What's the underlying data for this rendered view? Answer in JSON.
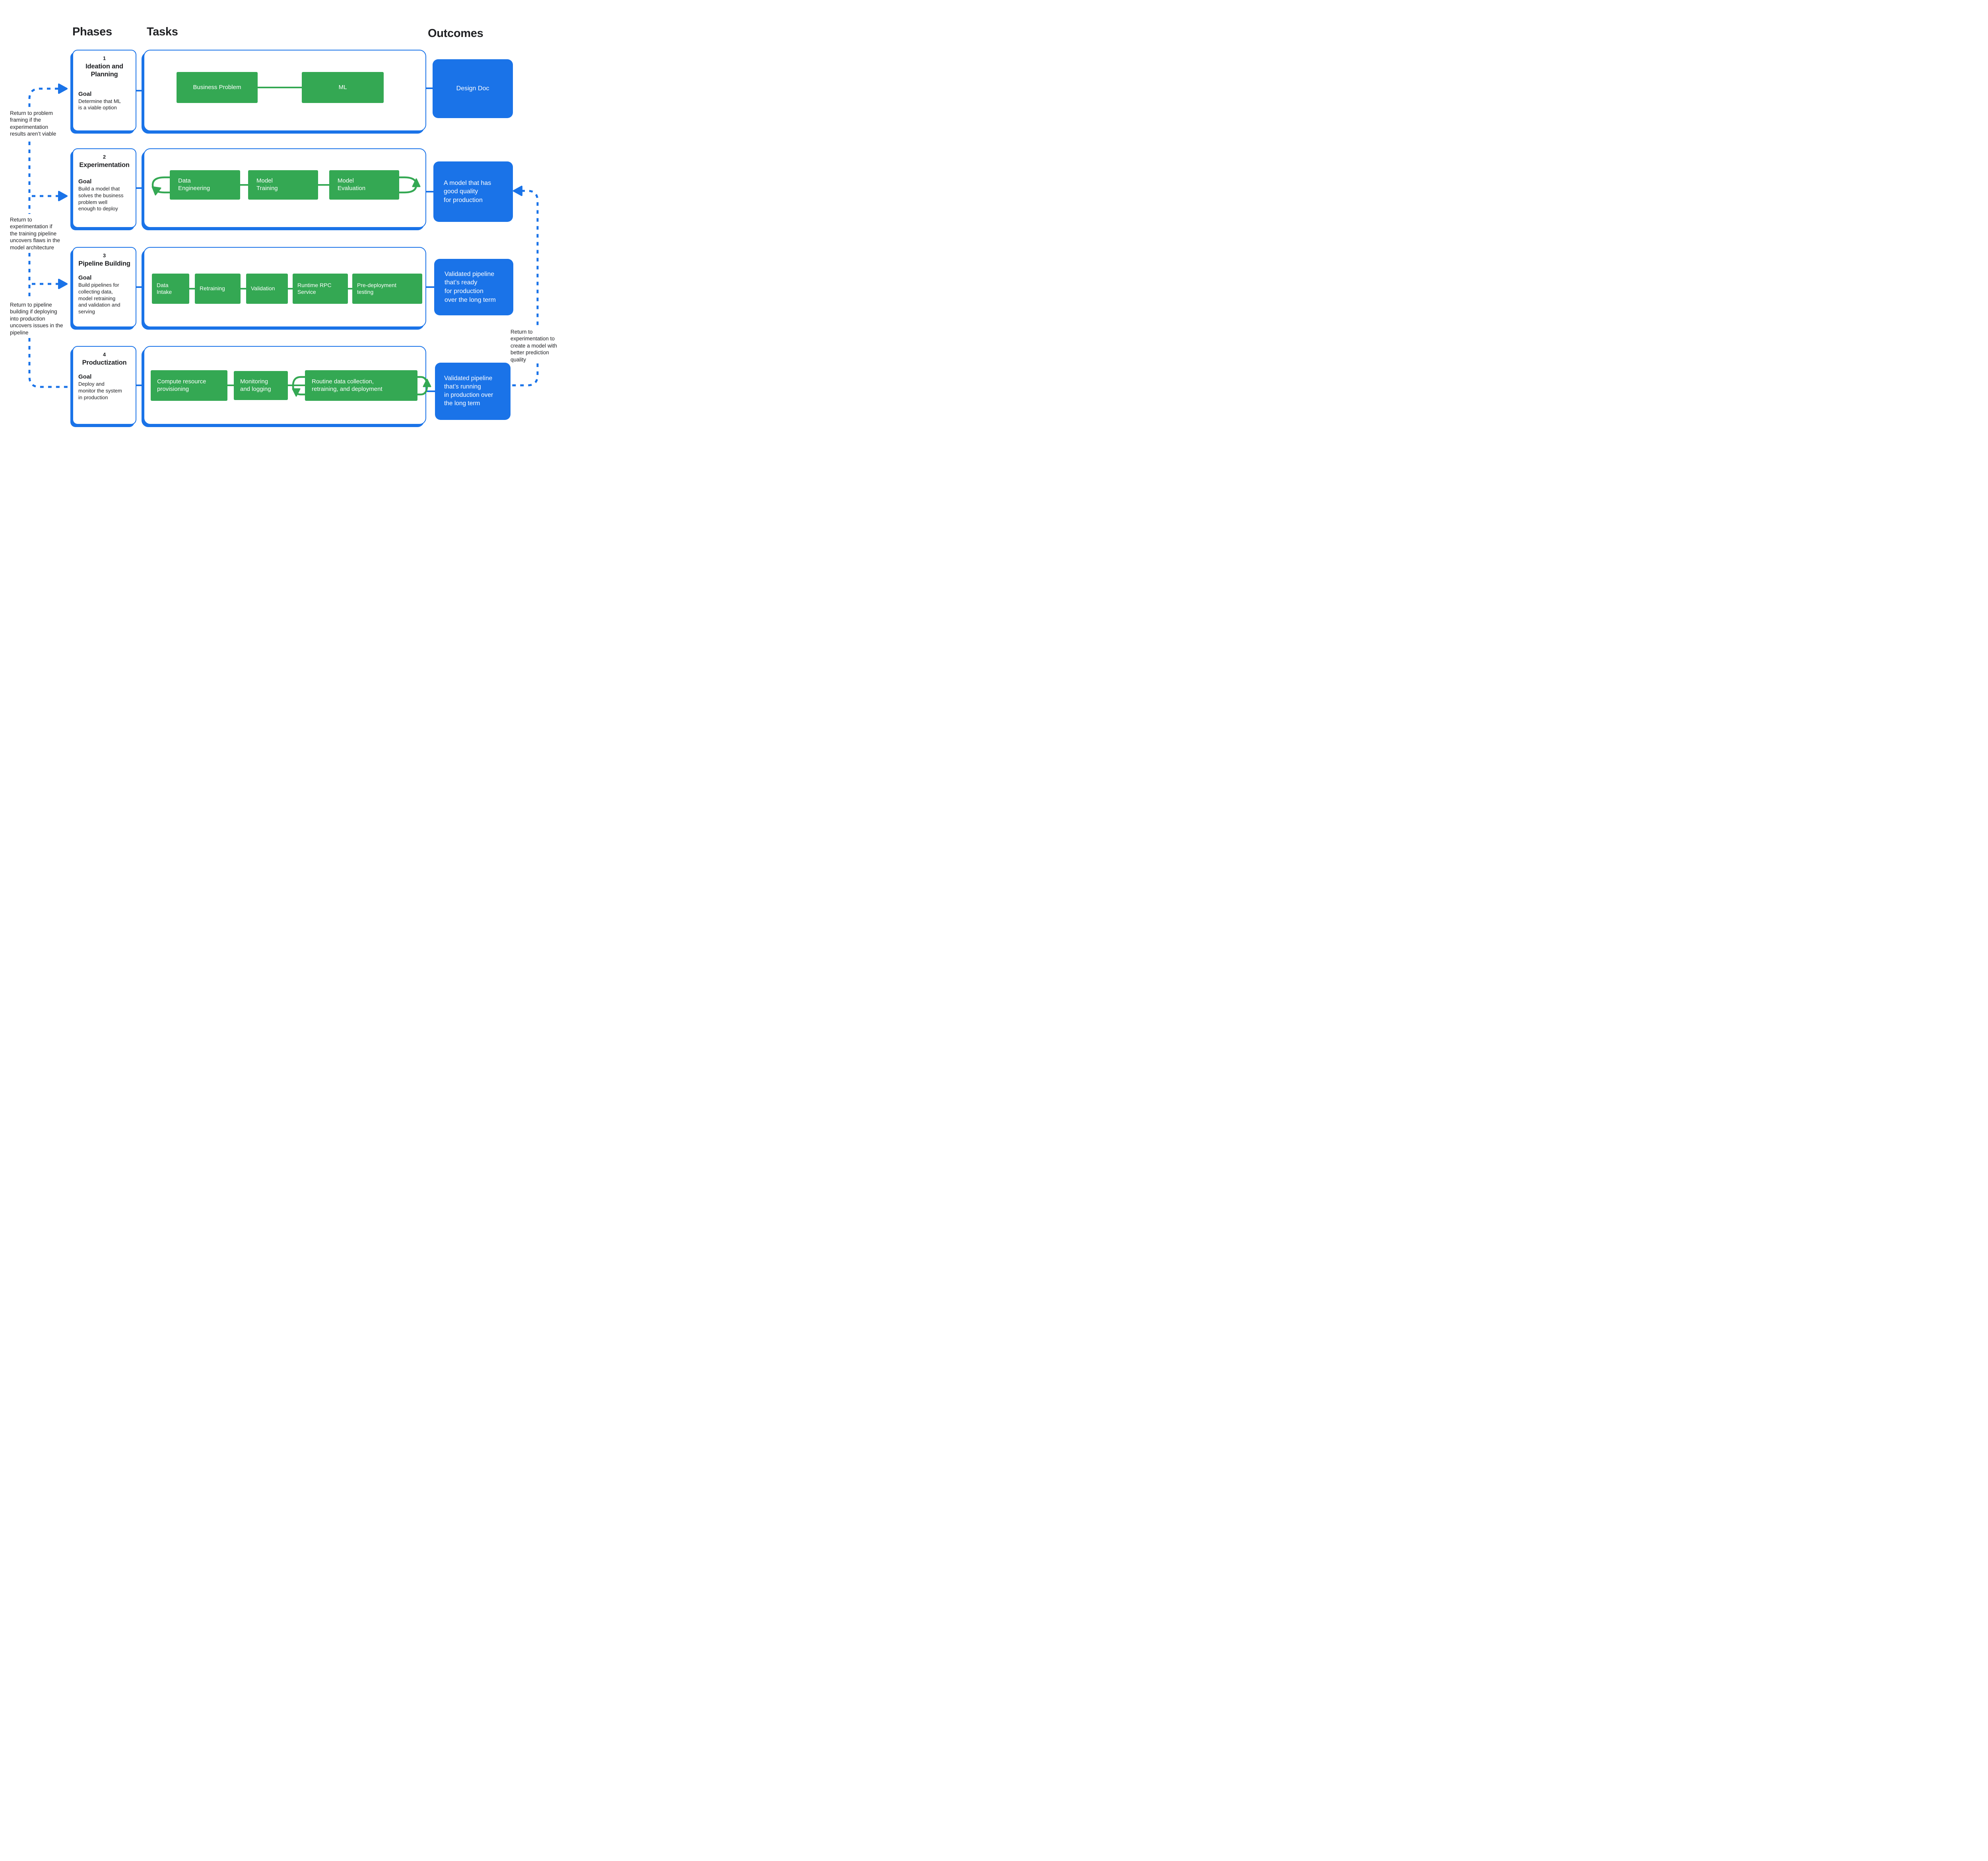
{
  "headers": {
    "phases": "Phases",
    "tasks": "Tasks",
    "outcomes": "Outcomes"
  },
  "colors": {
    "blue": "#1a73e8",
    "green": "#34a853",
    "text": "#202124",
    "box_text": "#ffffff",
    "background": "#ffffff"
  },
  "phases": [
    {
      "number": "1",
      "title": "Ideation and\nPlanning",
      "goal_label": "Goal",
      "goal": "Determine that ML\nis a viable option"
    },
    {
      "number": "2",
      "title": "Experimentation",
      "goal_label": "Goal",
      "goal": "Build a model that\nsolves the business\nproblem well\nenough to deploy"
    },
    {
      "number": "3",
      "title": "Pipeline Building",
      "goal_label": "Goal",
      "goal": "Build pipelines for\ncollecting data,\nmodel retraining\nand validation and\nserving"
    },
    {
      "number": "4",
      "title": "Productization",
      "goal_label": "Goal",
      "goal": "Deploy and\nmonitor the system\nin production"
    }
  ],
  "tasks": {
    "row1": [
      "Business Problem",
      "ML"
    ],
    "row2": [
      "Data\nEngineering",
      "Model\nTraining",
      "Model\nEvaluation"
    ],
    "row3": [
      "Data\nIntake",
      "Retraining",
      "Validation",
      "Runtime RPC\nService",
      "Pre-deployment\ntesting"
    ],
    "row4": [
      "Compute resource\nprovisioning",
      "Monitoring\nand logging",
      "Routine data collection,\nretraining, and deployment"
    ]
  },
  "outcomes": [
    "Design Doc",
    "A model that has\ngood quality\nfor production",
    "Validated pipeline\nthat’s ready\nfor production\nover the long term",
    "Validated pipeline\nthat’s running\nin production over\nthe long term"
  ],
  "annotations": {
    "left": [
      "Return to problem\nframing if the\nexperimentation\nresults aren’t viable",
      "Return to\nexperimentation if\nthe training pipeline\nuncovers flaws in the\nmodel architecture",
      "Return to pipeline\nbuilding if deploying\ninto production\nuncovers issues in the\npipeline"
    ],
    "right": "Return to\nexperimentation to\ncreate a model with\nbetter prediction\nquality"
  }
}
